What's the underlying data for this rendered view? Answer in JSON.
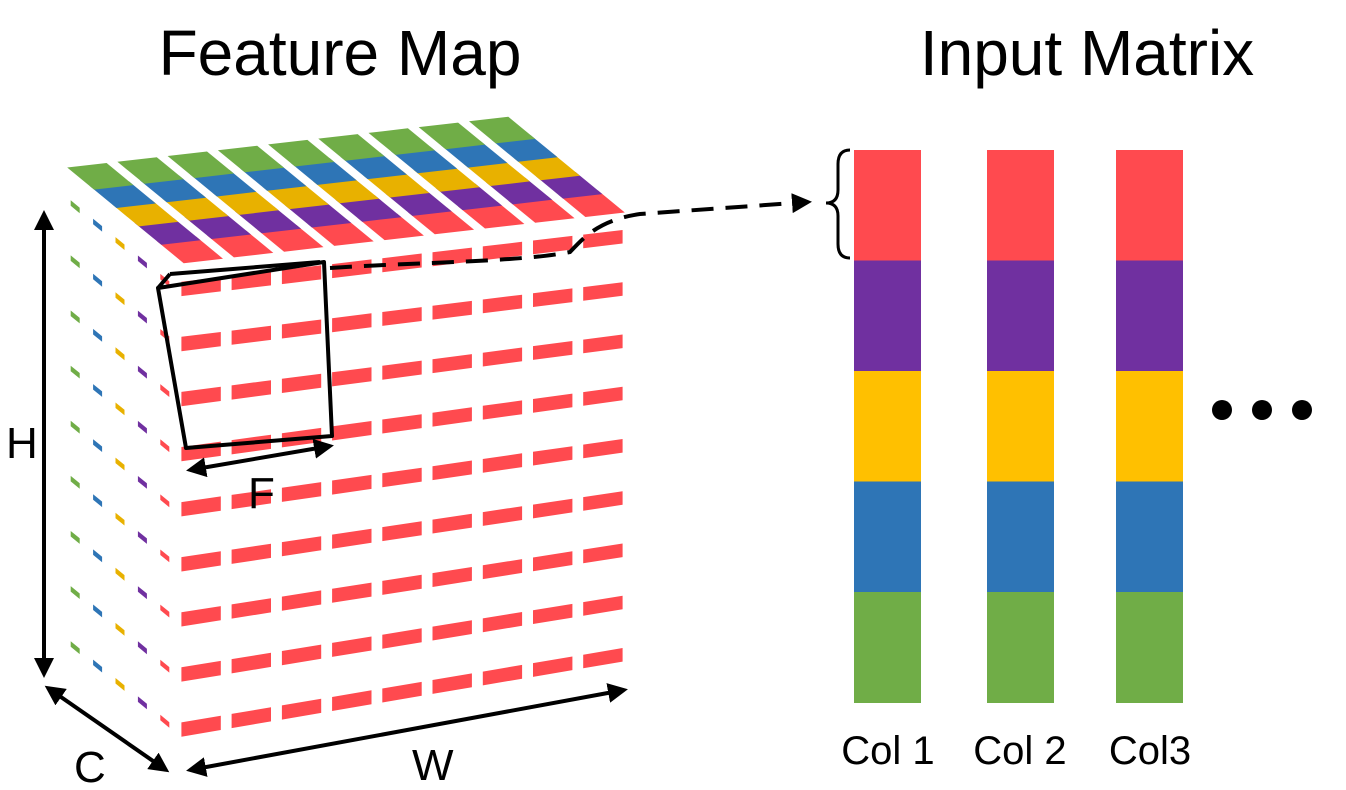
{
  "feature_map": {
    "title": "Feature Map",
    "labels": {
      "height": "H",
      "channels": "C",
      "width": "W",
      "filter": "F"
    },
    "grid": {
      "rows": 9,
      "cols": 9,
      "channels": 5,
      "filter_size": 3
    },
    "channel_colors": [
      "#ff4a4f",
      "#7030a0",
      "#e8b100",
      "#2e75b6",
      "#70ad47"
    ]
  },
  "input_matrix": {
    "title": "Input Matrix",
    "columns": [
      {
        "label": "Col 1"
      },
      {
        "label": "Col 2"
      },
      {
        "label": "Col3"
      }
    ],
    "segment_colors": [
      "#ff4a4f",
      "#7030a0",
      "#ffc000",
      "#2e75b6",
      "#70ad47"
    ],
    "ellipsis": "• • •"
  }
}
